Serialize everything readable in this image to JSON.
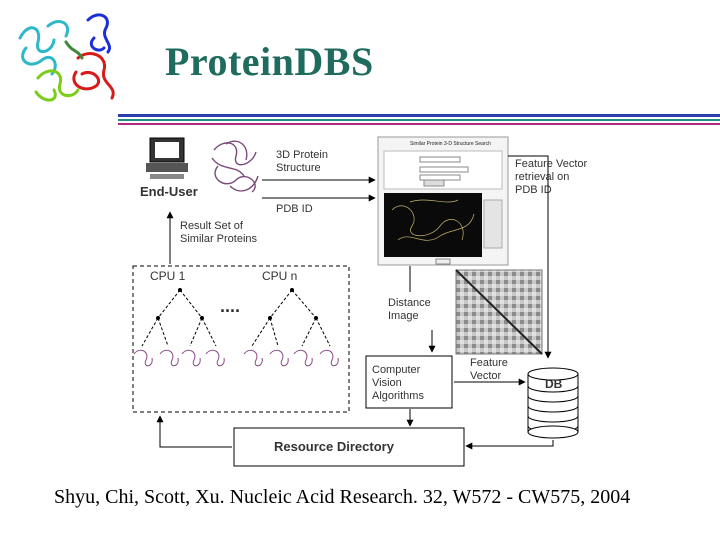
{
  "slide": {
    "title": "ProteinDBS",
    "citation": "Shyu, Chi, Scott, Xu. Nucleic Acid Research. 32, W572 - CW575, 2004"
  },
  "colors": {
    "title": "#1f6b5e",
    "rule_blue": "#2b3fae",
    "rule_teal": "#1f8c82",
    "rule_magenta": "#b02a86"
  },
  "diagram": {
    "end_user": "End-User",
    "structure_label": [
      "3D Protein",
      "Structure"
    ],
    "pdb_id": "PDB ID",
    "feature_vector_retrieval": [
      "Feature Vector",
      "retrieval on",
      "PDB ID"
    ],
    "result_set": [
      "Result Set of",
      "Similar Proteins"
    ],
    "cpu_1": "CPU 1",
    "cpu_n": "CPU n",
    "ellipsis": "....",
    "distance_image": [
      "Distance",
      "Image"
    ],
    "feature_vector": [
      "Feature",
      "Vector"
    ],
    "db": "DB",
    "computer_vision": [
      "Computer",
      "Vision",
      "Algorithms"
    ],
    "resource_directory": "Resource Directory",
    "web_form_title": "Similar Protein 3-D Structure Search"
  }
}
